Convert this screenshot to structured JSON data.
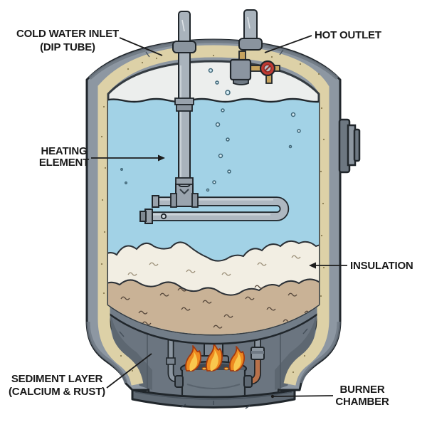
{
  "labels": {
    "cold_water_inlet": {
      "line1": "COLD WATER INLET",
      "line2": "(DIP TUBE)"
    },
    "hot_outlet": {
      "line1": "HOT OUTLET"
    },
    "heating_element": {
      "line1": "HEATING",
      "line2": "ELEMENT"
    },
    "insulation": {
      "line1": "INSULATION"
    },
    "sediment_layer": {
      "line1": "SEDIMENT LAYER",
      "line2": "(CALCIUM & RUST)"
    },
    "burner_chamber": {
      "line1": "BURNER",
      "line2": "CHAMBER"
    }
  },
  "colors": {
    "background": "#ffffff",
    "shell_gray": "#8d97a2",
    "insulation_tan": "#ddd1a7",
    "water_blue": "#a2d2e6",
    "headspace_gray": "#eceeed",
    "sediment_white": "#f2eee3",
    "sediment_tan": "#c9b296",
    "chamber_gray": "#6b7580",
    "flame_orange": "#ee8a20",
    "flame_yellow": "#f9c84e",
    "copper": "#b9714a",
    "valve_red": "#c03a33",
    "brass": "#c6a35e",
    "outline": "#20262b",
    "label_text": "#191919"
  }
}
